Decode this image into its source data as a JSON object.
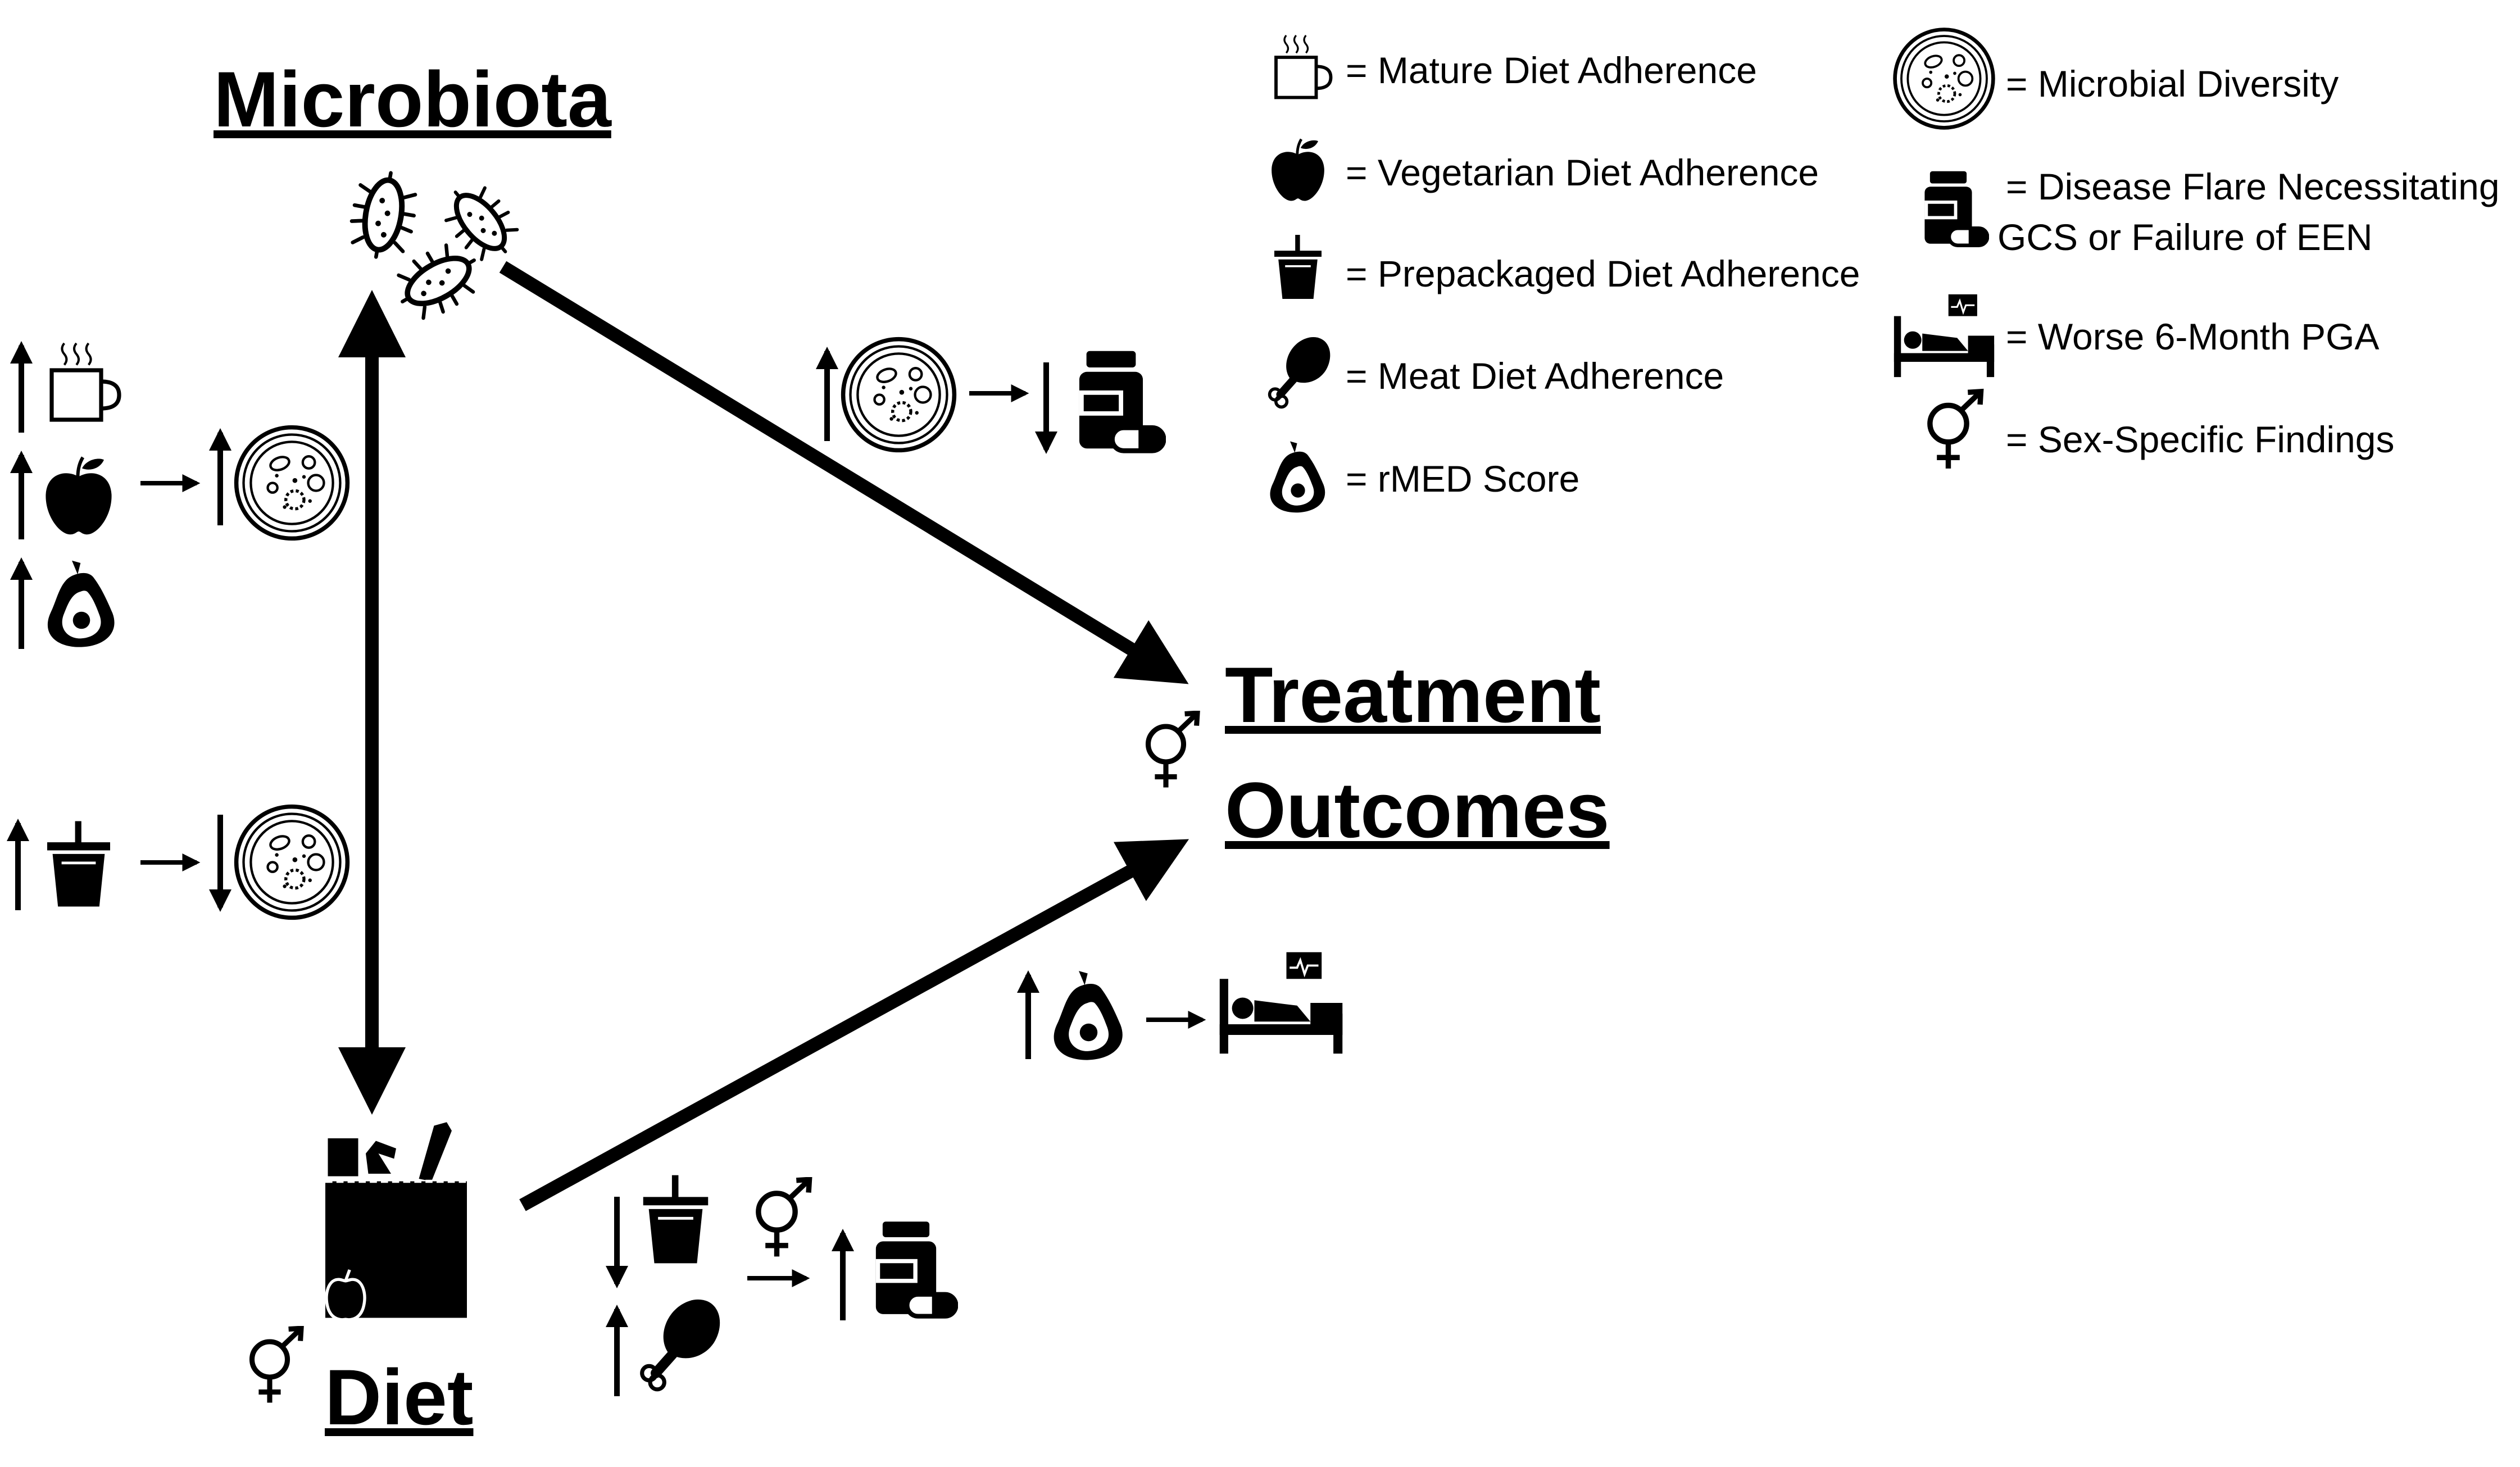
{
  "titles": {
    "microbiota": "Microbiota",
    "treatment_line1": "Treatment",
    "treatment_line2": "Outcomes",
    "diet": "Diet"
  },
  "legend": {
    "mature": "= Mature Diet Adherence",
    "vegetarian": "= Vegetarian Diet Adherence",
    "prepackaged": "= Prepackaged Diet Adherence",
    "meat": "= Meat Diet Adherence",
    "rmed": "= rMED Score",
    "diversity": "= Microbial Diversity",
    "flare_line1": "= Disease Flare Necessitating",
    "flare_line2": "GCS or Failure of EEN",
    "pga": "= Worse 6-Month PGA",
    "sex": "= Sex-Specific Findings"
  },
  "icons": {
    "mug": "mug-icon",
    "apple": "apple-icon",
    "cup": "cup-with-straw-icon",
    "drumstick": "drumstick-icon",
    "avocado": "avocado-icon",
    "petri": "petri-dish-icon",
    "pill": "pill-bottle-icon",
    "bed": "hospital-bed-icon",
    "sex": "sex-symbol-icon",
    "bacteria": "bacteria-icon",
    "grocery": "grocery-bag-icon"
  },
  "colors": {
    "ink": "#000000",
    "background": "#ffffff"
  }
}
